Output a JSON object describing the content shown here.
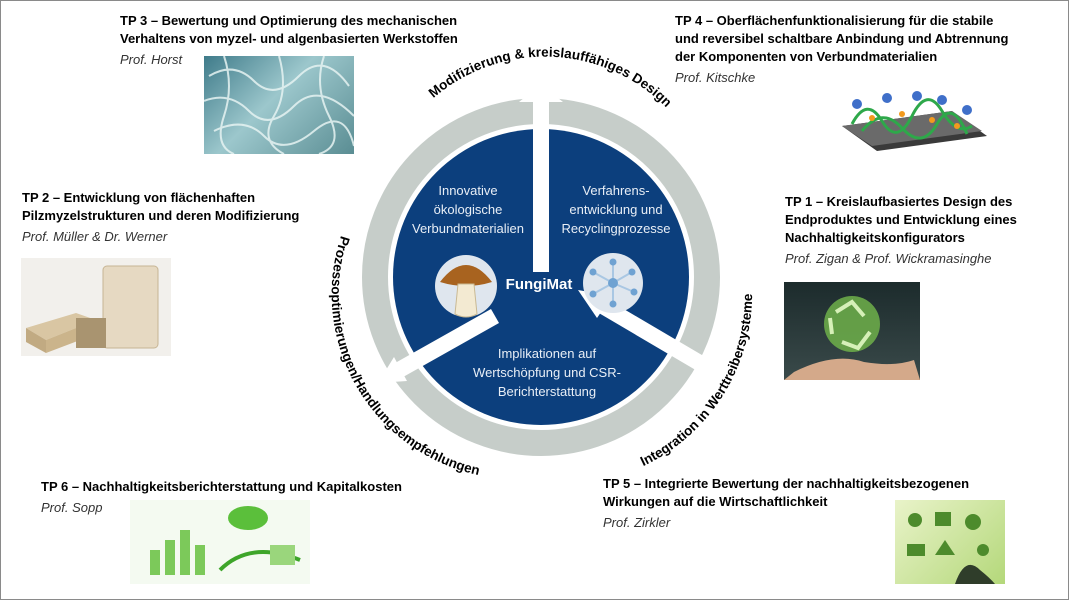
{
  "center": {
    "label": "FungiMat",
    "segment_left": "Innovative ökologische Verbundmaterialien",
    "segment_right": "Verfahrens-entwicklung und Recyclingprozesse",
    "segment_bottom": "Implikationen auf Wertschöpfung und CSR-Berichterstattung",
    "segment_left_lines": [
      "Innovative",
      "ökologische",
      "Verbundmaterialien"
    ],
    "segment_right_lines": [
      "Verfahrens-",
      "entwicklung und",
      "Recyclingprozesse"
    ],
    "segment_bottom_lines": [
      "Implikationen auf",
      "Wertschöpfung und CSR-",
      "Berichterstattung"
    ]
  },
  "ring": {
    "top": "Modifizierung & kreislauffähiges Design",
    "right": "Integration in Werttreibersysteme",
    "left": "Prozessoptimierungen/Handlungsempfehlungen"
  },
  "projects": [
    {
      "id": "tp3",
      "title": "TP 3 – Bewertung und Optimierung des mechanischen Verhaltens von myzel- und algenbasierten Werkstoffen",
      "title_lines": [
        "TP 3 – Bewertung und Optimierung des mechanischen",
        "Verhaltens von myzel- und algenbasierten Werkstoffen"
      ],
      "prof": "Prof. Horst",
      "image": "mycelium-texture"
    },
    {
      "id": "tp4",
      "title": "TP 4 – Oberflächenfunktionalisierung für die stabile und reversibel schaltbare Anbindung und Abtrennung der Komponenten von Verbundmaterialien",
      "title_lines": [
        "TP 4 – Oberflächenfunktionalisierung für die stabile",
        "und reversibel schaltbare Anbindung und Abtrennung",
        "der Komponenten von Verbundmaterialien"
      ],
      "prof": "Prof. Kitschke",
      "image": "surface-molecules"
    },
    {
      "id": "tp2",
      "title": "TP 2 – Entwicklung von flächenhaften Pilzmyzelstrukturen und deren Modifizierung",
      "title_lines": [
        "TP 2 – Entwicklung von flächenhaften",
        "Pilzmyzelstrukturen und deren Modifizierung"
      ],
      "prof": "Prof. Müller & Dr. Werner",
      "image": "mycelium-blocks"
    },
    {
      "id": "tp1",
      "title": "TP 1 – Kreislaufbasiertes Design des Endproduktes und Entwicklung eines Nachhaltigkeitskonfigurators",
      "title_lines": [
        "TP 1 – Kreislaufbasiertes Design des",
        "Endproduktes und Entwicklung eines",
        "Nachhaltigkeitskonfigurators"
      ],
      "prof": "Prof. Zigan & Prof. Wickramasinghe",
      "image": "recycle-globe-hand"
    },
    {
      "id": "tp6",
      "title": "TP 6 – Nachhaltigkeitsberichterstattung und Kapitalkosten",
      "title_lines": [
        "TP 6 – Nachhaltigkeitsberichterstattung und Kapitalkosten"
      ],
      "prof": "Prof. Sopp",
      "image": "green-charts"
    },
    {
      "id": "tp5",
      "title": "TP 5 – Integrierte Bewertung der nachhaltigkeitsbezogenen Wirkungen auf die Wirtschaftlichkeit",
      "title_lines": [
        "TP 5 – Integrierte Bewertung der nachhaltigkeitsbezogenen",
        "Wirkungen auf die Wirtschaftlichkeit"
      ],
      "prof": "Prof. Zirkler",
      "image": "green-icons"
    }
  ],
  "colors": {
    "circle": "#0c3f7d",
    "ring": "#c6cdc9",
    "arrow": "#ffffff",
    "text_dark": "#000000",
    "center_text": "#ffffff"
  }
}
